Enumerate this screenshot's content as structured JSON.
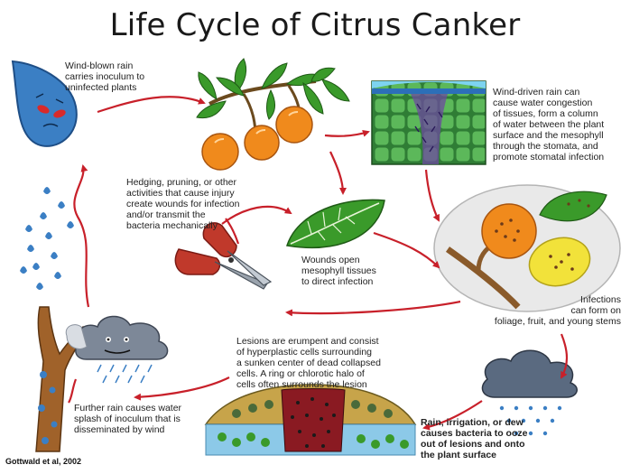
{
  "title": "Life Cycle of Citrus Canker",
  "credit": "Gottwald et al, 2002",
  "notes": {
    "wind_blown_rain": [
      "Wind-blown rain",
      "carries inoculum to",
      "uninfected plants"
    ],
    "wind_driven_rain": [
      "Wind-driven rain can",
      "cause water congestion",
      "of tissues, form a column",
      "of water between the plant",
      "surface and the mesophyll",
      "through the stomata, and",
      "promote stomatal infection"
    ],
    "hedging": [
      "Hedging, pruning, or other",
      "activities that cause injury",
      "create wounds for infection",
      "and/or transmit the",
      "bacteria mechanically"
    ],
    "wounds": [
      "Wounds open",
      "mesophyll tissues",
      "to direct infection"
    ],
    "infections": [
      "Infections",
      "can form on",
      "foliage, fruit, and young stems"
    ],
    "lesions": [
      "Lesions are erumpent and consist",
      "of hyperplastic cells surrounding",
      "a sunken center of dead collapsed",
      "cells.  A ring or chlorotic halo of",
      "cells often surrounds the lesion"
    ],
    "further_rain": [
      "Further rain causes water",
      "splash of inoculum that is",
      "disseminated by wind"
    ],
    "rain_irrigation": [
      "Rain, irrigation, or dew",
      "causes bacteria to ooze",
      "out of lesions and onto",
      "the plant surface"
    ]
  },
  "colors": {
    "arrow": "#c8202a",
    "leaf": "#3a9a2a",
    "orange": "#f08a1c",
    "lemon": "#f2e23a",
    "cell": "#4aa84a",
    "drop": "#3b7fc4",
    "cloud": "#5a6a80",
    "bark": "#a0622a"
  }
}
